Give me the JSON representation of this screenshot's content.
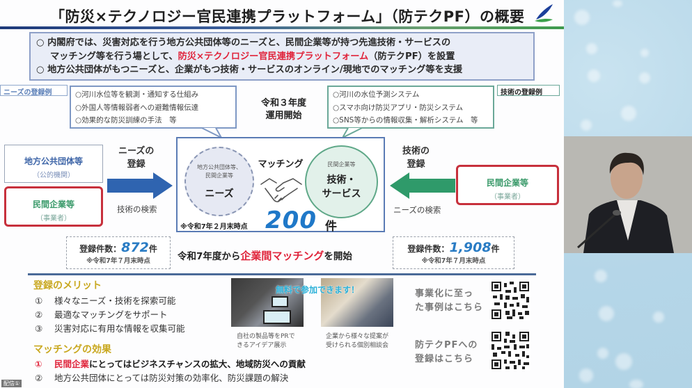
{
  "slide": {
    "title": "「防災×テクノロジー官民連携プラットフォーム」（防テクPF）の概要",
    "intro": {
      "line1_pre": "○ 内閣府では、災害対応を行う地方公共団体等のニーズと、民間企業等が持つ先進技術・サービスの",
      "line2_pre": "マッチング等を行う場として、",
      "line2_red": "防災×テクノロジー官民連携プラットフォーム",
      "line2_post": "（防テクPF）を設置",
      "line3": "○ 地方公共団体がもつニーズと、企業がもつ技術・サービスのオンライン/現地でのマッチング等を支援"
    },
    "needs_tag": "ニーズの登録例",
    "tech_tag": "技術の登録例",
    "needs_examples": [
      "○河川水位等を観測・通知する仕組み",
      "○外国人等情報弱者への避難情報伝達",
      "○効果的な防災訓練の手法　等"
    ],
    "tech_examples": [
      "○河川の水位予測システム",
      "○スマホ向け防災アプリ・防災システム",
      "○SNS等からの情報収集・解析システム　等"
    ],
    "start": {
      "line1": "令和３年度",
      "line2": "運用開始"
    },
    "left_parties": [
      {
        "name": "地方公共団体等",
        "sub": "（公的機関）"
      },
      {
        "name": "民間企業等",
        "sub": "（事業者）"
      }
    ],
    "right_party": {
      "name": "民間企業等",
      "sub": "（事業者）"
    },
    "left_arrow": {
      "label1": "ニーズの",
      "label2": "登録",
      "search": "技術の検索",
      "color": "#2f64b0"
    },
    "right_arrow": {
      "label1": "技術の",
      "label2": "登録",
      "search": "ニーズの検索",
      "color": "#2f9a6a"
    },
    "center": {
      "needs_small1": "地方公共団体等、",
      "needs_small2": "民間企業等",
      "needs_big": "ニーズ",
      "matching": "マッチング",
      "tech_small": "民間企業等",
      "tech_big1": "技術・",
      "tech_big2": "サービス",
      "note": "※令和7年２月末時点",
      "count": "200",
      "unit": "件"
    },
    "registrations": {
      "left": {
        "label": "登録件数：",
        "value": "872",
        "unit": "件",
        "note": "※令和7年７月末時点"
      },
      "right": {
        "label": "登録件数：",
        "value": "1,908",
        "unit": "件",
        "note": "※令和7年７月末時点"
      }
    },
    "corp_matching": {
      "pre": "令和7年度から",
      "red": "企業間マッチング",
      "post": "を開始"
    },
    "merits": {
      "title": "登録のメリット",
      "items": [
        {
          "num": "①",
          "text": "様々なニーズ・技術を探索可能"
        },
        {
          "num": "②",
          "text": "最適なマッチングをサポート"
        },
        {
          "num": "③",
          "text": "災害対応に有用な情報を収集可能"
        }
      ]
    },
    "effects": {
      "title": "マッチングの効果",
      "items": [
        {
          "num": "①",
          "red": "民間企業",
          "text": "にとってはビジネスチャンスの拡大、地域防災への貢献"
        },
        {
          "num": "②",
          "red": "",
          "text": "地方公共団体にとっては防災対策の効率化、防災課題の解決"
        }
      ]
    },
    "free_label": "無料で参加できます！",
    "photos": [
      {
        "caption1": "自社の製品等をPRで",
        "caption2": "きるアイデア展示"
      },
      {
        "caption1": "企業から様々な提案が",
        "caption2": "受けられる個別相談会"
      }
    ],
    "qr_links": [
      {
        "line1": "事業化に至っ",
        "line2": "た事例はこちら"
      },
      {
        "line1": "防テクPFへの",
        "line2": "登録はこちら"
      }
    ]
  },
  "stream_badge": "配信①",
  "colors": {
    "accent_red": "#e0243b",
    "accent_blue": "#1f78c8",
    "accent_green": "#2f9a6a",
    "title_gold": "#c9a820"
  }
}
